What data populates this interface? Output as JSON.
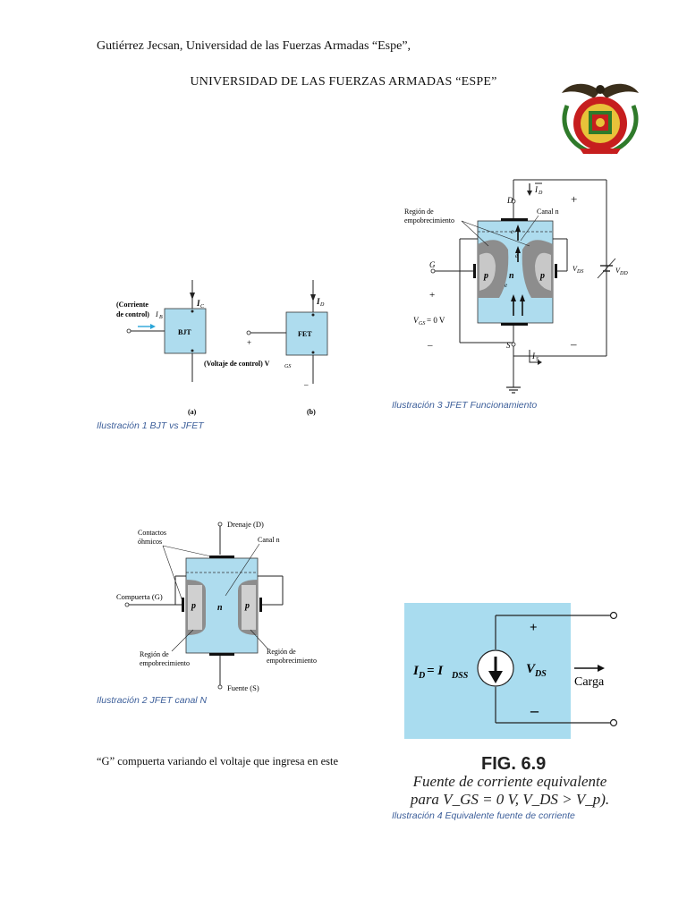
{
  "header": {
    "author_line": "Gutiérrez Jecsan, Universidad de las Fuerzas Armadas “Espe”,",
    "university_title": "UNIVERSIDAD DE LAS FUERZAS ARMADAS “ESPE”"
  },
  "colors": {
    "device_fill": "#aedcee",
    "depletion_fill": "#8d8d8d",
    "caption_text": "#3d5f9a",
    "source_box": "#a9dcef"
  },
  "fig1": {
    "caption": "Ilustración 1 BJT vs JFET",
    "a_label": "(a)",
    "b_label": "(b)",
    "bjt_label": "BJT",
    "fet_label": "FET",
    "ic_label": "I",
    "ic_sub": "C",
    "id_label": "I",
    "id_sub": "D",
    "control_current_1": "(Corriente",
    "control_current_2": "de control)",
    "ib_label": "I",
    "ib_sub": "B",
    "control_voltage": "(Voltaje de control) V",
    "vgs_sub": "GS",
    "plus": "+",
    "minus": "–"
  },
  "fig2": {
    "caption": "Ilustración 2 JFET canal N",
    "drain": "Drenaje (D)",
    "ohmic_1": "Contactos",
    "ohmic_2": "óhmicos",
    "channel": "Canal n",
    "gate": "Compuerta (G)",
    "p": "p",
    "n": "n",
    "depl_left_1": "Región de",
    "depl_left_2": "empobrecimiento",
    "depl_right_1": "Región de",
    "depl_right_2": "empobrecimiento",
    "source": "Fuente (S)"
  },
  "fig3": {
    "caption": "Ilustración 3 JFET Funcionamiento",
    "depl_1": "Región de",
    "depl_2": "empobrecimiento",
    "channel": "Canal n",
    "d": "D",
    "s": "S",
    "g": "G",
    "id": "I",
    "id_sub": "D",
    "is": "I",
    "is_sub": "S",
    "vgs": "V",
    "vgs_sub": "GS",
    "vgs_val": " = 0 V",
    "vds": "V",
    "vds_sub": "DS",
    "vdd": "V",
    "vdd_sub": "DD",
    "p": "p",
    "n": "n",
    "e": "e",
    "plus": "+",
    "minus": "–"
  },
  "fig4": {
    "caption": "Ilustración 4 Equivalente fuente de corriente",
    "eq_left": "I",
    "eq_left_sub": "D",
    "eq_mid": " = I",
    "eq_right_sub": "DSS",
    "vds": "V",
    "vds_sub": "DS",
    "load": "Carga",
    "plus": "+",
    "minus": "–",
    "fig_title": "FIG. 6.9",
    "fig_sub_1": "Fuente de corriente equivalente",
    "fig_sub_2": "para V_GS = 0 V, V_DS > V_p)."
  },
  "body_text": "“G” compuerta variando el voltaje que ingresa en este"
}
